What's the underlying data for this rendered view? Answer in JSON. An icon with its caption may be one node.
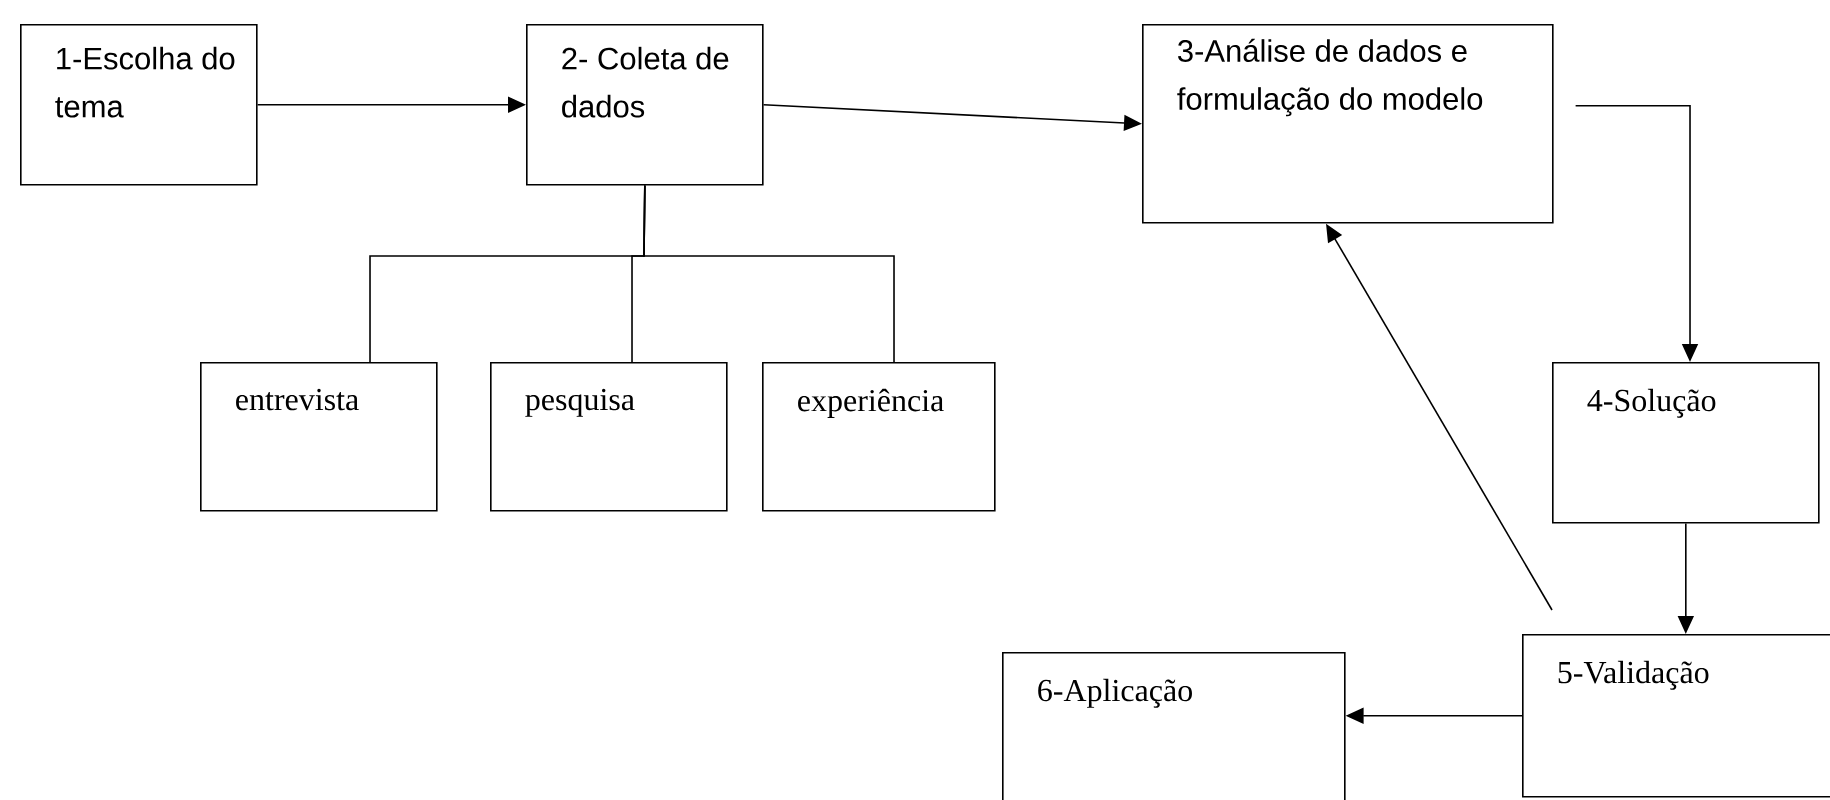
{
  "diagram": {
    "nodes": [
      {
        "text": [
          "1-Escolha do tema"
        ]
      },
      {
        "text": [
          "2- Coleta de dados"
        ]
      },
      {
        "text": [
          "3-Análise de dados e formulação do modelo"
        ]
      },
      {
        "text": [
          "entrevista"
        ]
      },
      {
        "text": [
          "pesquisa"
        ]
      },
      {
        "text": [
          "experiência"
        ]
      },
      {
        "text": [
          "4-Solução"
        ]
      },
      {
        "text": [
          "5-Validação"
        ]
      },
      {
        "text": [
          "6-Aplicação"
        ]
      }
    ],
    "edges": [
      {
        "from": 0,
        "to": 1,
        "arrow": "to"
      },
      {
        "from": 1,
        "to": 2,
        "arrow": "to"
      },
      {
        "from": 1,
        "to": 3,
        "arrow": "none"
      },
      {
        "from": 1,
        "to": 4,
        "arrow": "none"
      },
      {
        "from": 1,
        "to": 5,
        "arrow": "none"
      },
      {
        "from": 2,
        "to": 6,
        "arrow": "to"
      },
      {
        "from": 6,
        "to": 7,
        "arrow": "to"
      },
      {
        "from": 7,
        "to": 2,
        "arrow": "to"
      },
      {
        "from": 7,
        "to": 8,
        "arrow": "to"
      }
    ]
  }
}
